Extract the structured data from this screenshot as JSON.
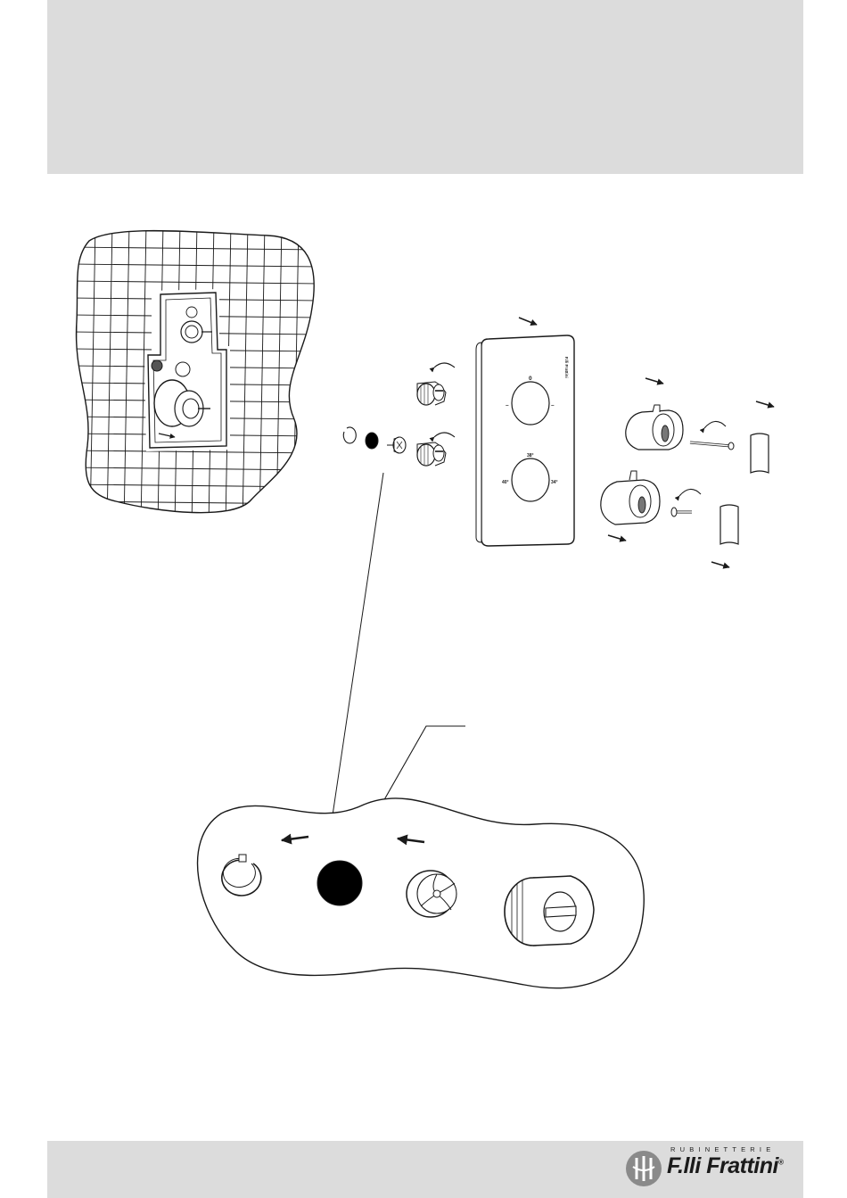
{
  "plate": {
    "brand_mark": "F.lli Frattini",
    "top_mark": "0",
    "left_mark_top": "–",
    "right_mark_top": "–",
    "temp_top": "38°",
    "temp_left": "40°",
    "temp_right": "34°"
  },
  "brand": {
    "tagline": "RUBINETTERIE",
    "name": "F.lli Frattini",
    "registered": "®"
  },
  "icons": {
    "logo": "frattini-logo-icon",
    "arrow": "arrow-icon",
    "rotate": "rotate-arrow-icon"
  },
  "colors": {
    "band": "#dcdcdc",
    "ink": "#1a1a1a"
  }
}
